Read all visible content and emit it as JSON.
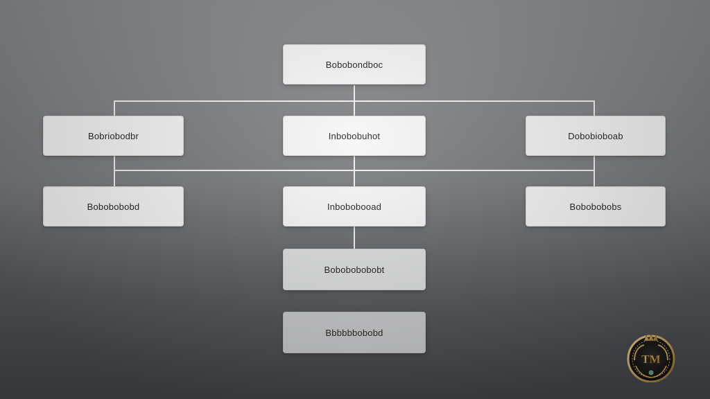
{
  "diagram": {
    "root": {
      "label": "Bobobondboc"
    },
    "level1": [
      {
        "label": "Bobriobodbr"
      },
      {
        "label": "Inbobobuhot"
      },
      {
        "label": "Dobobioboab"
      }
    ],
    "level2": [
      {
        "label": "Bobobobobd"
      },
      {
        "label": "Inbobobooad"
      },
      {
        "label": "Bobobobobs"
      }
    ],
    "level3": {
      "label": "Bobobobobobt"
    },
    "level4": {
      "label": "Bbbbbbobobd"
    }
  },
  "logo": {
    "monogram": "TM"
  },
  "colors": {
    "background_top": "#8a8c8e",
    "background_bottom": "#3f4245",
    "node_fill": "#f7f7f7",
    "connector": "#f2f2f2",
    "logo_gold": "#c9a25a"
  }
}
